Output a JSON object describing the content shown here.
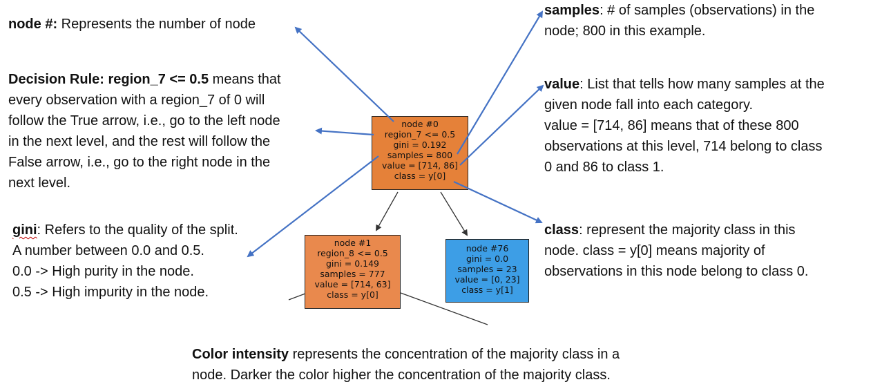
{
  "colors": {
    "orange_dark": "#e58139",
    "orange_mid": "#e9894d",
    "blue": "#3d9ee6",
    "arrow": "#4472c4",
    "edge": "#333333"
  },
  "annotations": {
    "node_num": {
      "term": "node #:",
      "text": " Represents the number of node"
    },
    "decision": {
      "term": "Decision Rule: region_7 <= 0.5",
      "lines": [
        " means that",
        "every observation with a region_7 of 0 will",
        "follow the True arrow, i.e., go to the left node",
        "in the next level, and the rest will follow the",
        "False arrow, i.e., go to the right node in the",
        "next level."
      ]
    },
    "gini": {
      "term": "gini",
      "lines": [
        ": Refers to the quality of the split.",
        "A number between 0.0 and 0.5.",
        "0.0 -> High purity in the node.",
        "0.5 -> High impurity in the node."
      ]
    },
    "samples": {
      "term": "samples",
      "lines": [
        ": # of samples (observations) in the",
        "node; 800 in this example."
      ]
    },
    "value": {
      "term": "value",
      "lines": [
        ": List that tells how many samples at the",
        "given node fall into each category.",
        "value = [714, 86] means that of these 800",
        "observations at this level, 714 belong to class",
        "0 and 86 to class 1."
      ]
    },
    "class": {
      "term": "class",
      "lines": [
        ": represent the majority class in this",
        "node. class = y[0] means majority of",
        "observations in this node belong to class 0."
      ]
    },
    "color": {
      "term": "Color intensity",
      "lines": [
        " represents the concentration of the majority class in a",
        "node. Darker the color higher the concentration of the majority class."
      ]
    }
  },
  "nodes": {
    "root": [
      "node #0",
      "region_7 <= 0.5",
      "gini = 0.192",
      "samples = 800",
      "value = [714, 86]",
      "class = y[0]"
    ],
    "left": [
      "node #1",
      "region_8 <= 0.5",
      "gini = 0.149",
      "samples = 777",
      "value = [714, 63]",
      "class = y[0]"
    ],
    "right": [
      "node #76",
      "gini = 0.0",
      "samples = 23",
      "value = [0, 23]",
      "class = y[1]"
    ]
  }
}
